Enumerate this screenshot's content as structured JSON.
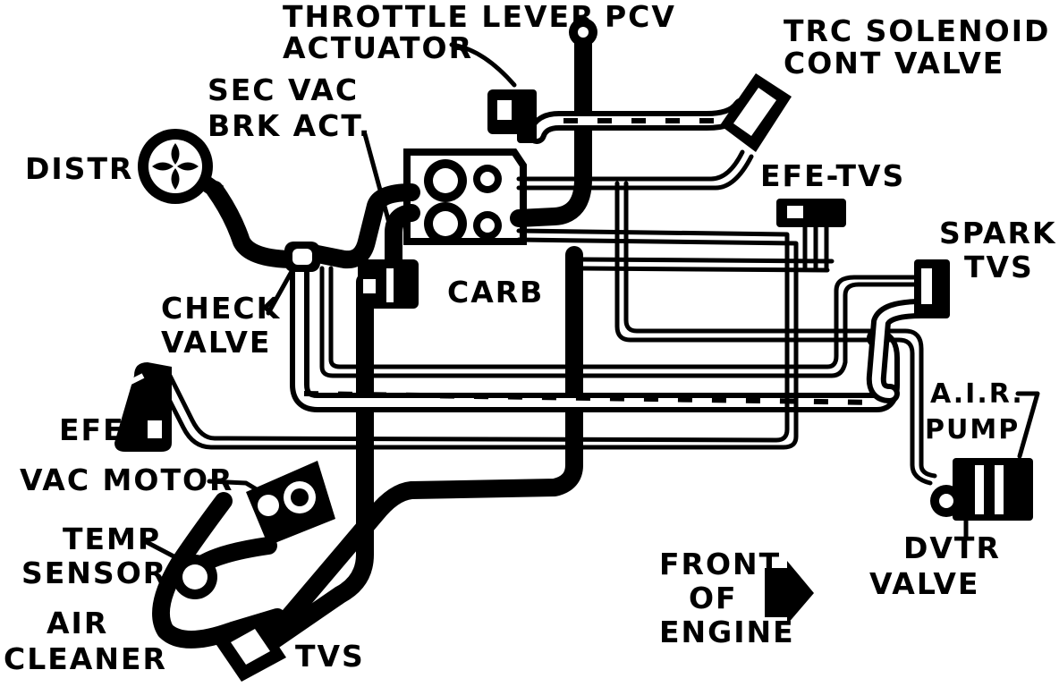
{
  "labels": {
    "throttle_lever": "THROTTLE LEVER",
    "actuator": "ACTUATOR",
    "pcv": "PCV",
    "trc_solenoid": "TRC SOLENOID",
    "cont_valve": "CONT VALVE",
    "sec_vac": "SEC VAC",
    "brk_act": "BRK ACT.",
    "distr": "DISTR",
    "efe_tvs": "EFE-TVS",
    "spark": "SPARK",
    "tvs_right": "TVS",
    "check": "CHECK",
    "valve_left": "VALVE",
    "carb": "CARB",
    "efe": "EFE",
    "air_pump_1": "A.I.R.",
    "air_pump_2": "PUMP",
    "vac_motor": "VAC MOTOR",
    "temp": "TEMP",
    "sensor": "SENSOR",
    "air": "AIR",
    "cleaner": "CLEANER",
    "tvs_bottom": "TVS",
    "front": "FRONT",
    "of": "OF",
    "engine": "ENGINE",
    "dvtr": "DVTR",
    "valve_right": "VALVE"
  }
}
